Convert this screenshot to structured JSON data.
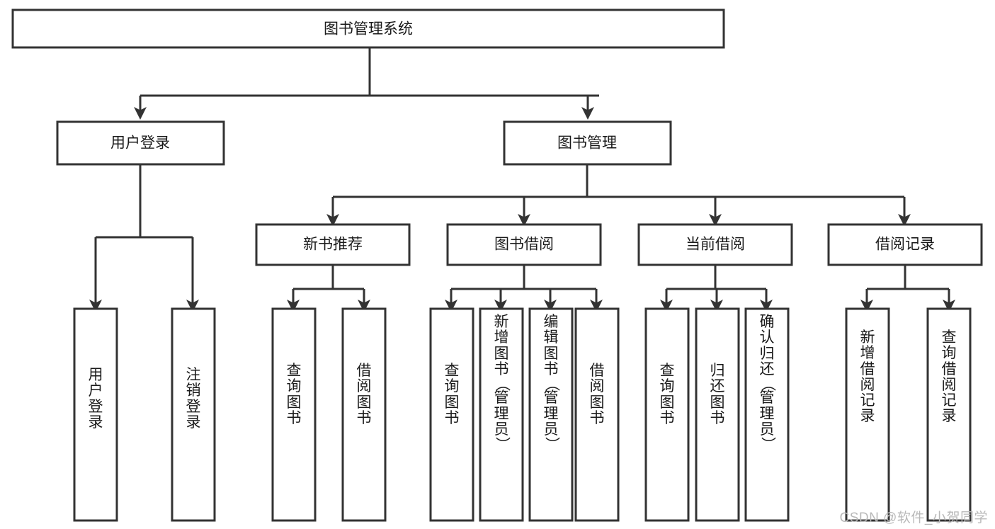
{
  "diagram": {
    "type": "tree-hierarchy",
    "root": {
      "label": "图书管理系统"
    },
    "level2": [
      {
        "label": "用户登录"
      },
      {
        "label": "图书管理"
      }
    ],
    "level3": [
      {
        "label": "新书推荐"
      },
      {
        "label": "图书借阅"
      },
      {
        "label": "当前借阅"
      },
      {
        "label": "借阅记录"
      }
    ],
    "leaves": {
      "user_login": [
        {
          "label": "用户登录"
        },
        {
          "label": "注销登录"
        }
      ],
      "new_book_recommend": [
        {
          "label": "查询图书"
        },
        {
          "label": "借阅图书"
        }
      ],
      "book_borrow": [
        {
          "label": "查询图书"
        },
        {
          "label": "新增图书（管理员）"
        },
        {
          "label": "编辑图书（管理员）"
        },
        {
          "label": "借阅图书"
        }
      ],
      "current_borrow": [
        {
          "label": "查询图书"
        },
        {
          "label": "归还图书"
        },
        {
          "label": "确认归还（管理员）"
        }
      ],
      "borrow_record": [
        {
          "label": "新增借阅记录"
        },
        {
          "label": "查询借阅记录"
        }
      ]
    }
  },
  "watermark": {
    "text": "CSDN @软件_小贺同学"
  },
  "colors": {
    "stroke": "#333333",
    "fill": "#ffffff",
    "text": "#1a1a1a",
    "watermark": "#b9b9b9"
  }
}
